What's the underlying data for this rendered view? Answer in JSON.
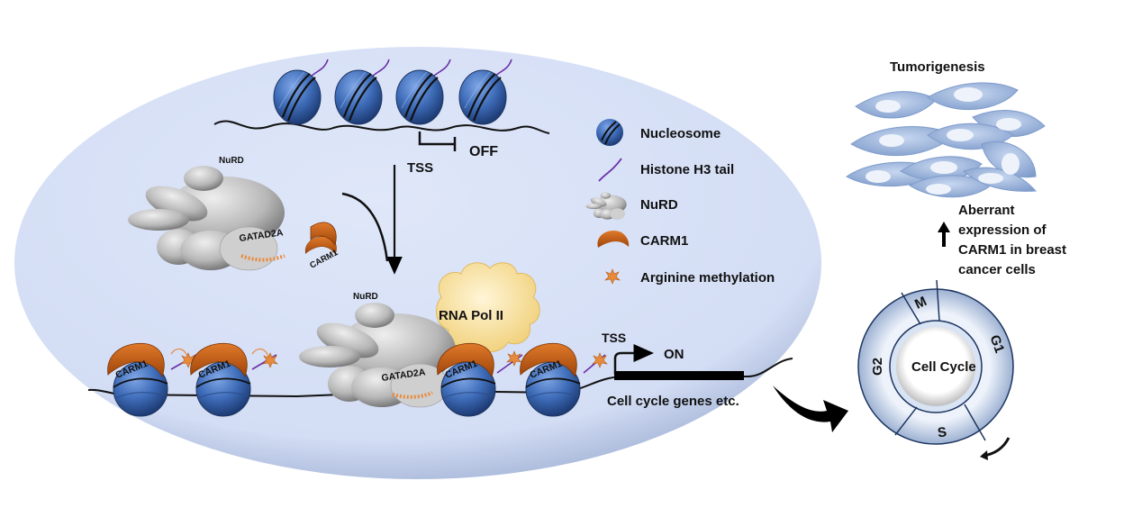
{
  "diagram": {
    "top_chromatin": {
      "state_label": "OFF",
      "tss_label": "TSS"
    },
    "nurd_complex_top": {
      "label": "NuRD",
      "subunit_label": "GATAD2A",
      "carm1_label": "CARM1"
    },
    "legend": {
      "items": [
        {
          "icon": "nucleosome-icon",
          "label": "Nucleosome"
        },
        {
          "icon": "histone-tail-icon",
          "label": "Histone H3 tail"
        },
        {
          "icon": "nurd-icon",
          "label": "NuRD"
        },
        {
          "icon": "carm1-icon",
          "label": "CARM1"
        },
        {
          "icon": "arginine-methylation-icon",
          "label": "Arginine methylation"
        }
      ]
    },
    "bottom_chromatin": {
      "nurd_label": "NuRD",
      "subunit_label": "GATAD2A",
      "rna_pol_label": "RNA Pol II",
      "carm1_labels": [
        "CARM1",
        "CARM1",
        "CARM1",
        "CARM1"
      ],
      "tss_label": "TSS",
      "state_label": "ON",
      "gene_label": "Cell cycle genes etc."
    },
    "tumor": {
      "title": "Tumorigenesis",
      "caption_lines": [
        "Aberrant",
        "expression of",
        "CARM1 in breast",
        "cancer cells"
      ]
    },
    "cell_cycle": {
      "center_label": "Cell Cycle",
      "phases": [
        "M",
        "G1",
        "S",
        "G2"
      ]
    },
    "colors": {
      "nucleus": "#d5dff5",
      "nucleosome": "#3e6cb8",
      "carm1": "#c95d12",
      "histone_tail": "#6b2fa8",
      "methylation": "#e88a3c",
      "nurd": "#b9b9b9",
      "rna_pol": "#f7dc94",
      "cell": "#9fb8df"
    }
  }
}
